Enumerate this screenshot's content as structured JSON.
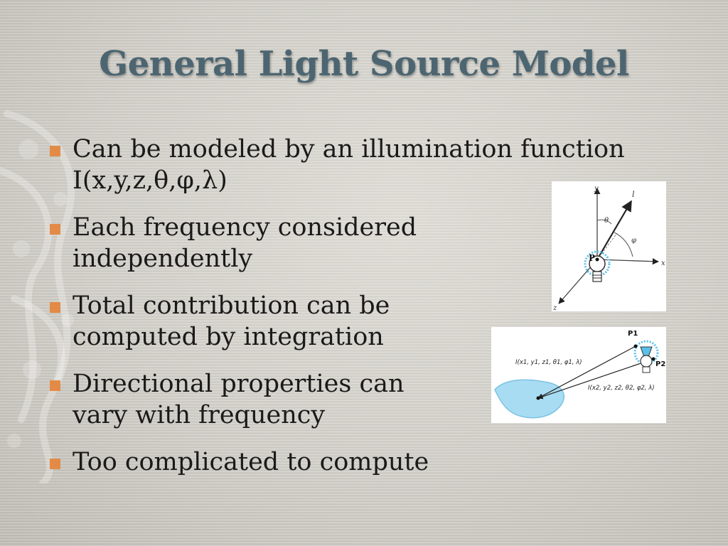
{
  "slide": {
    "title": "General Light Source Model",
    "bullets": [
      {
        "line1": "Can be modeled by an illumination function",
        "line2": "I(x,y,z,θ,φ,λ)"
      },
      {
        "line1": "Each frequency considered",
        "line2": "independently"
      },
      {
        "line1": "Total contribution can be",
        "line2": "computed by integration"
      },
      {
        "line1": "Directional properties can",
        "line2": "vary with frequency"
      },
      {
        "line1": "Too complicated to compute",
        "line2": ""
      }
    ],
    "colors": {
      "title": "#4c6571",
      "bullet_marker": "#e38b46",
      "bulb_glow": "#5bc0e8"
    }
  },
  "figure1": {
    "axis_y": "y",
    "axis_x": "x",
    "axis_z": "z",
    "ray_label": "l",
    "angle_theta": "θ",
    "angle_phi": "φ",
    "point_label": "P"
  },
  "figure2": {
    "point1_label": "P1",
    "point2_label": "P2",
    "ray1_label": "I(x1, y1, z1, θ1, φ1, λ)",
    "ray2_label": "I(x2, y2, z2, θ2, φ2, λ)"
  }
}
